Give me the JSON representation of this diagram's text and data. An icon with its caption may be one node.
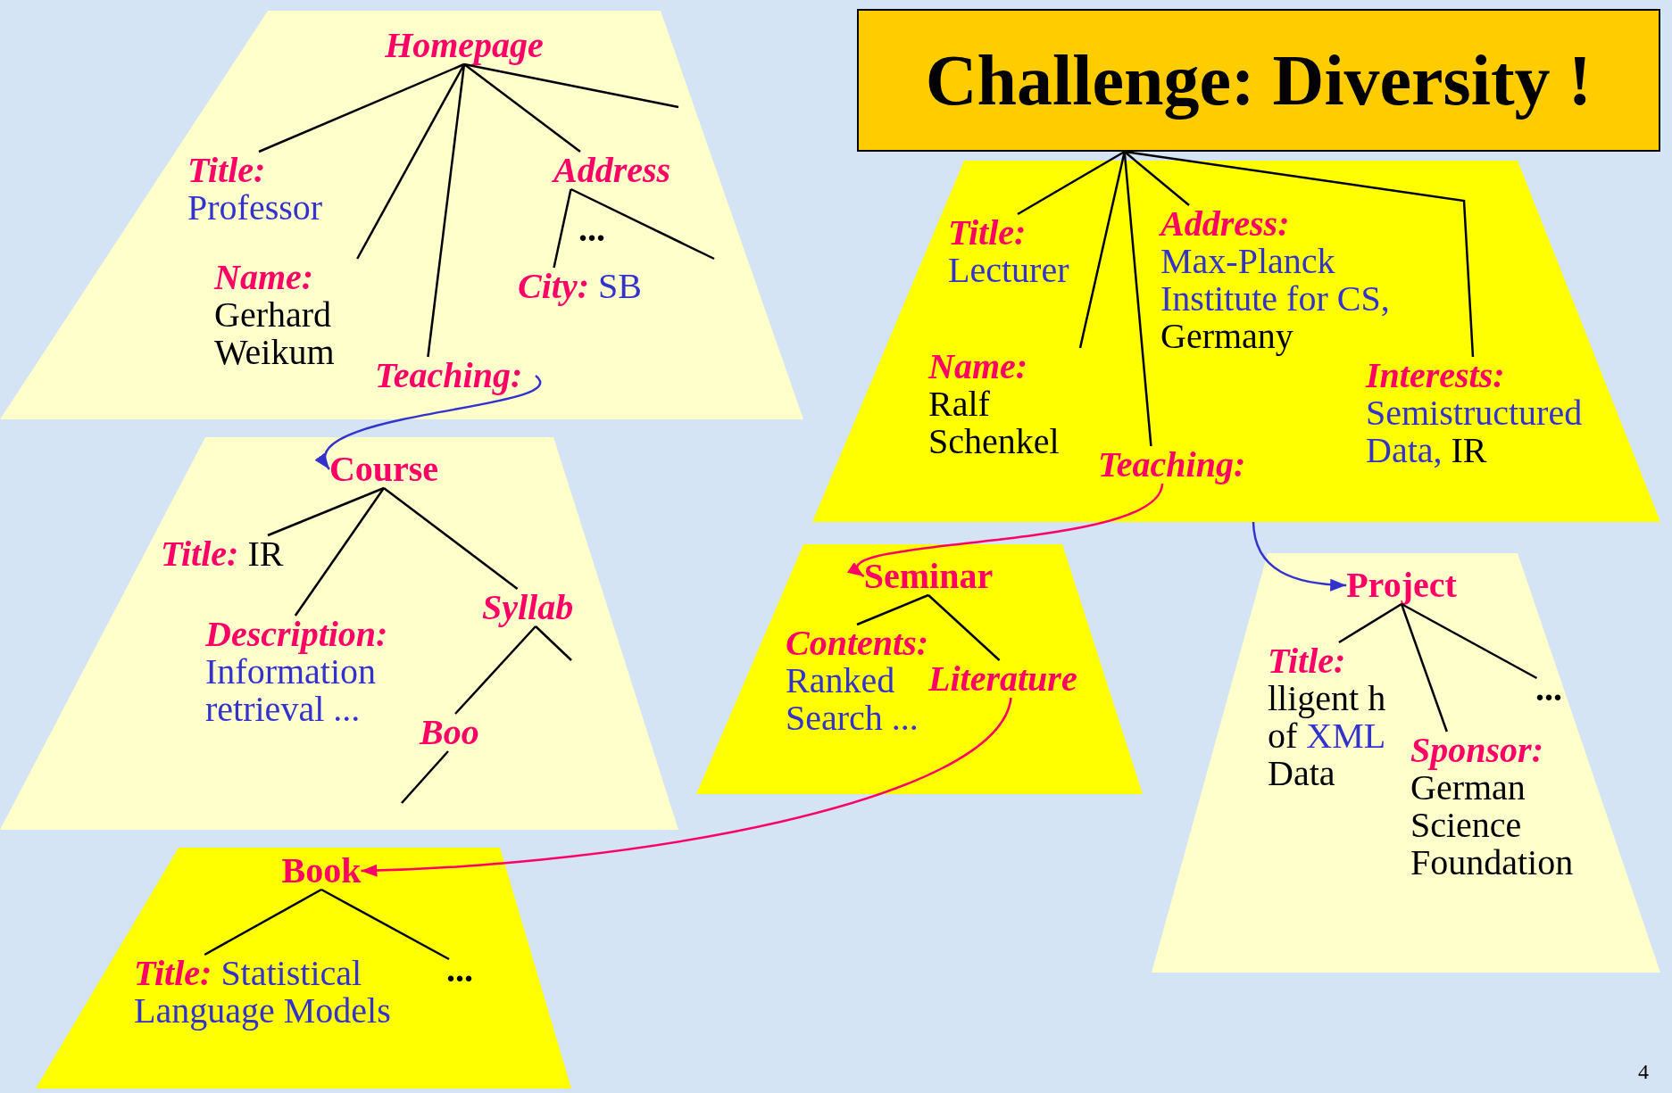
{
  "diagram": {
    "nodes": [
      {
        "text": [
          "Challenge: Diversity !"
        ]
      },
      {
        "text": [],
        "shape": "trapezoid"
      },
      {
        "text": [
          "Homepage"
        ],
        "in": 1
      },
      {
        "text": [
          "Title:",
          "Professor"
        ],
        "in": 1
      },
      {
        "text": [
          "Name:",
          "Gerhard Weikum"
        ],
        "in": 1
      },
      {
        "text": [
          "Teaching:"
        ],
        "in": 1
      },
      {
        "text": [
          "Address"
        ],
        "in": 1
      },
      {
        "text": [
          "City:",
          "SB"
        ],
        "in": 1
      },
      {
        "text": [],
        "shape": "trapezoid"
      },
      {
        "text": [
          "Title:",
          "Lecturer"
        ],
        "in": 8
      },
      {
        "text": [
          "Name:",
          "Ralf Schenkel"
        ],
        "in": 8
      },
      {
        "text": [
          "Teaching:"
        ],
        "in": 8
      },
      {
        "text": [
          "Address:",
          "Max-Planck Institute for CS,",
          "Germany"
        ],
        "in": 8
      },
      {
        "text": [
          "Interests:",
          "Semistructured Data,",
          "IR"
        ],
        "in": 8
      },
      {
        "text": [],
        "shape": "trapezoid"
      },
      {
        "text": [
          "Course"
        ],
        "in": 14
      },
      {
        "text": [
          "Title:",
          "IR"
        ],
        "in": 14
      },
      {
        "text": [
          "Description:",
          "Information retrieval ..."
        ],
        "in": 14
      },
      {
        "text": [
          "Syllab"
        ],
        "in": 14
      },
      {
        "text": [
          "Boo"
        ],
        "in": 14
      },
      {
        "text": [],
        "shape": "trapezoid"
      },
      {
        "text": [
          "Seminar"
        ],
        "in": 20
      },
      {
        "text": [
          "Contents:",
          "Ranked Search ..."
        ],
        "in": 20
      },
      {
        "text": [
          "Literature"
        ],
        "in": 20
      },
      {
        "text": [],
        "shape": "trapezoid"
      },
      {
        "text": [
          "Project"
        ],
        "in": 24
      },
      {
        "text": [
          "Title:",
          "lligent h of",
          "XML",
          "Data"
        ],
        "in": 24
      },
      {
        "text": [
          "Sponsor:",
          "German Science Foundation"
        ],
        "in": 24
      },
      {
        "text": [
          "..."
        ],
        "in": 24
      },
      {
        "text": [],
        "shape": "trapezoid"
      },
      {
        "text": [
          "Book"
        ],
        "in": 29
      },
      {
        "text": [
          "Title:",
          "Statistical Language Models"
        ],
        "in": 29
      },
      {
        "text": [
          "..."
        ],
        "in": 29
      }
    ],
    "edges": [
      {
        "from": 2,
        "to": 3,
        "arrow": "none"
      },
      {
        "from": 2,
        "to": 4,
        "arrow": "none"
      },
      {
        "from": 2,
        "to": 5,
        "arrow": "none"
      },
      {
        "from": 2,
        "to": 6,
        "arrow": "none"
      },
      {
        "from": 2,
        "to": null,
        "arrow": "none"
      },
      {
        "from": 6,
        "to": 7,
        "arrow": "none"
      },
      {
        "from": 6,
        "to": null,
        "arrow": "none"
      },
      {
        "from": 0,
        "to": 9,
        "arrow": "none"
      },
      {
        "from": 0,
        "to": 10,
        "arrow": "none"
      },
      {
        "from": 0,
        "to": 11,
        "arrow": "none"
      },
      {
        "from": 0,
        "to": 12,
        "arrow": "none"
      },
      {
        "from": 0,
        "to": 13,
        "arrow": "none"
      },
      {
        "from": 5,
        "to": 15,
        "arrow": "to",
        "color": "#3333cc"
      },
      {
        "from": 11,
        "to": 21,
        "arrow": "to",
        "color": "#ff0066"
      },
      {
        "from": 8,
        "to": 25,
        "arrow": "to",
        "color": "#3333cc"
      },
      {
        "from": 15,
        "to": 16,
        "arrow": "none"
      },
      {
        "from": 15,
        "to": 17,
        "arrow": "none"
      },
      {
        "from": 15,
        "to": 18,
        "arrow": "none"
      },
      {
        "from": 18,
        "to": 19,
        "arrow": "none"
      },
      {
        "from": 18,
        "to": null,
        "arrow": "none"
      },
      {
        "from": 19,
        "to": null,
        "arrow": "none"
      },
      {
        "from": 21,
        "to": 22,
        "arrow": "none"
      },
      {
        "from": 21,
        "to": 23,
        "arrow": "none"
      },
      {
        "from": 23,
        "to": 30,
        "arrow": "to",
        "color": "#ff0066"
      },
      {
        "from": 25,
        "to": 26,
        "arrow": "none"
      },
      {
        "from": 25,
        "to": 27,
        "arrow": "none"
      },
      {
        "from": 25,
        "to": 28,
        "arrow": "none"
      },
      {
        "from": 30,
        "to": 31,
        "arrow": "none"
      },
      {
        "from": 30,
        "to": 32,
        "arrow": "none"
      }
    ],
    "labels": [
      "...",
      "4"
    ]
  }
}
